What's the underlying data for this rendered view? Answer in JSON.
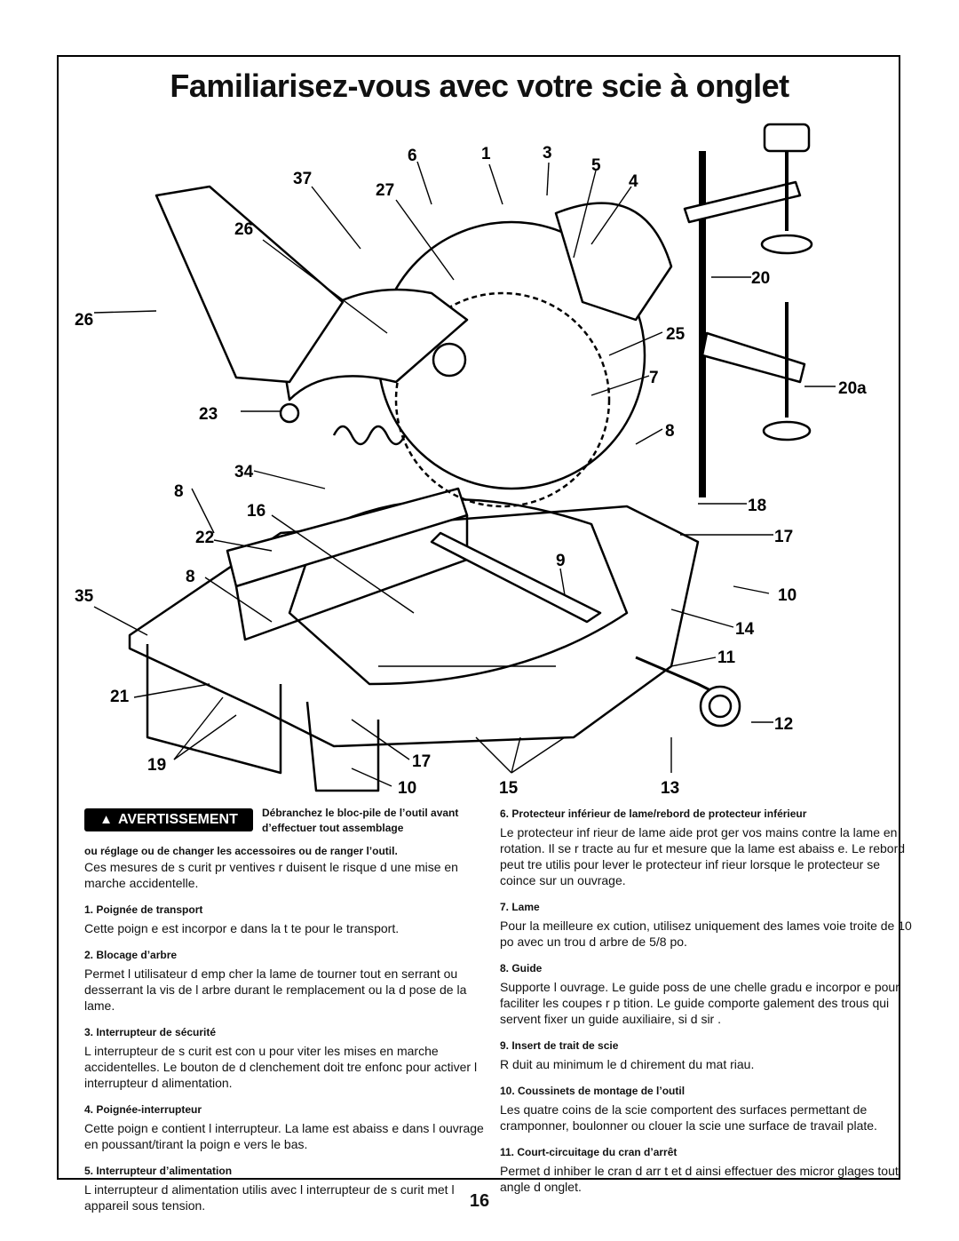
{
  "title": "Familiarisez-vous avec votre scie à onglet",
  "callouts": [
    "6",
    "1",
    "3",
    "5",
    "37",
    "27",
    "4",
    "26",
    "26",
    "20",
    "25",
    "7",
    "20a",
    "23",
    "8",
    "34",
    "8",
    "16",
    "18",
    "22",
    "17",
    "9",
    "8",
    "35",
    "10",
    "14",
    "11",
    "21",
    "12",
    "19",
    "17",
    "10",
    "15",
    "13"
  ],
  "warning": {
    "badge": "AVERTISSEMENT",
    "line1": "Débranchez le bloc-pile de l’outil avant d’effectuer tout assemblage",
    "line2": "ou réglage ou de changer les accessoires ou de ranger l’outil.",
    "text": "Ces mesures de s curit pr ventives r duisent le risque d une mise en marche accidentelle."
  },
  "items_left": [
    {
      "heading": "1.  Poignée de transport",
      "text": "Cette poign e est incorpor e dans la t te pour le transport."
    },
    {
      "heading": "2.  Blocage d’arbre",
      "text": "Permet l utilisateur d emp cher la lame de tourner tout en serrant ou desserrant la vis de l arbre durant le remplacement ou la d pose de la lame."
    },
    {
      "heading": "3. Interrupteur de sécurité",
      "text": "L interrupteur de s curit est con u pour viter les mises en marche accidentelles. Le bouton de d clenchement doit tre enfonc pour activer l interrupteur d alimentation."
    },
    {
      "heading": "4.  Poignée-interrupteur",
      "text": "Cette poign e contient l interrupteur. La lame est abaiss e dans l ouvrage en poussant/tirant la poign e vers le bas."
    },
    {
      "heading": "5. Interrupteur d’alimentation",
      "text": "L interrupteur d alimentation utilis avec l interrupteur de s curit met l appareil sous tension."
    }
  ],
  "items_right": [
    {
      "heading": "6.  Protecteur inférieur de lame/rebord de protecteur inférieur",
      "text": "Le protecteur inf rieur de lame aide prot ger vos mains contre la lame en rotation. Il se r tracte au fur et mesure que la lame est abaiss e. Le rebord peut tre utilis pour lever le protecteur inf rieur lorsque le protecteur se coince sur un ouvrage."
    },
    {
      "heading": "7.  Lame",
      "text": "Pour la meilleure ex cution, utilisez uniquement des lames voie troite de 10 po avec un trou d arbre de 5/8 po."
    },
    {
      "heading": "8.  Guide",
      "text": "Supporte l ouvrage. Le guide poss de une chelle gradu e incorpor e pour faciliter les coupes r p tition. Le guide comporte galement des trous qui servent fixer un guide auxiliaire, si d sir ."
    },
    {
      "heading": "9.  Insert de trait de scie",
      "text": "R duit au minimum le d chirement du mat riau."
    },
    {
      "heading": "10.  Coussinets de montage de l’outil",
      "text": "Les quatre coins de la scie comportent des surfaces permettant de cramponner, boulonner ou clouer la scie une surface de travail plate."
    },
    {
      "heading": "11.  Court-circuitage du cran d’arrêt",
      "text": "Permet d inhiber le cran d arr t et d ainsi effectuer des micror glages tout angle d onglet."
    }
  ],
  "page_number": "16"
}
